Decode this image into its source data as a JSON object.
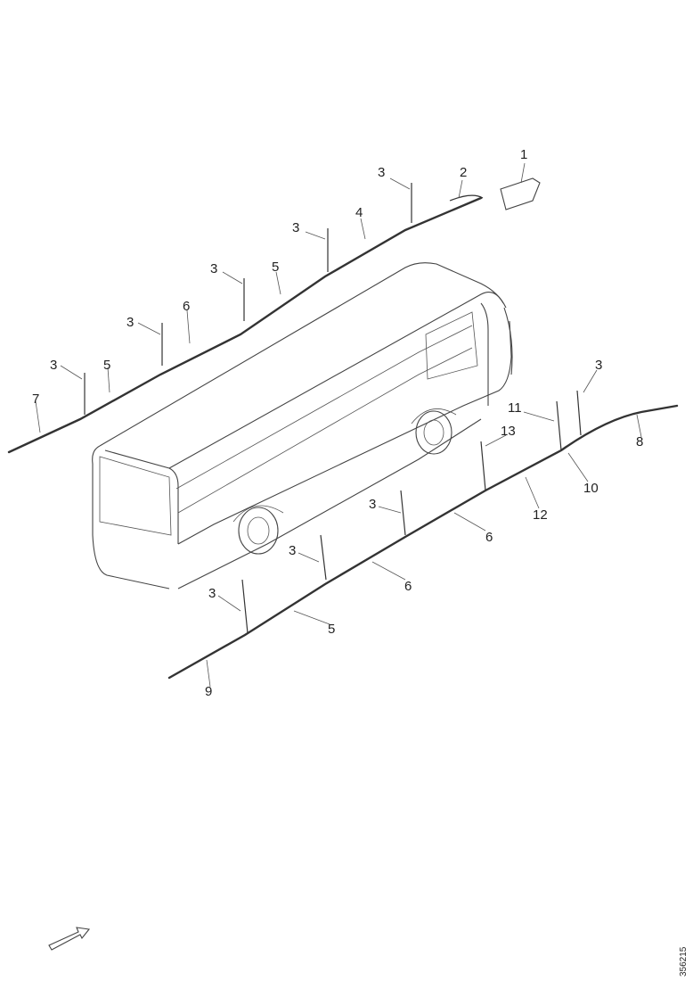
{
  "diagram": {
    "callouts": [
      {
        "id": "c1",
        "text": "1"
      },
      {
        "id": "c2",
        "text": "2"
      },
      {
        "id": "c3a",
        "text": "3"
      },
      {
        "id": "c3b",
        "text": "3"
      },
      {
        "id": "c3c",
        "text": "3"
      },
      {
        "id": "c3d",
        "text": "3"
      },
      {
        "id": "c3e",
        "text": "3"
      },
      {
        "id": "c4",
        "text": "4"
      },
      {
        "id": "c5a",
        "text": "5"
      },
      {
        "id": "c6a",
        "text": "6"
      },
      {
        "id": "c5b",
        "text": "5"
      },
      {
        "id": "c7",
        "text": "7"
      },
      {
        "id": "c3f",
        "text": "3"
      },
      {
        "id": "c11",
        "text": "11"
      },
      {
        "id": "c13",
        "text": "13"
      },
      {
        "id": "c8a",
        "text": "8"
      },
      {
        "id": "c10",
        "text": "10"
      },
      {
        "id": "c12",
        "text": "12"
      },
      {
        "id": "c3g",
        "text": "3"
      },
      {
        "id": "c6b",
        "text": "6"
      },
      {
        "id": "c3h",
        "text": "3"
      },
      {
        "id": "c6c",
        "text": "6"
      },
      {
        "id": "c3i",
        "text": "3"
      },
      {
        "id": "c5c",
        "text": "5"
      },
      {
        "id": "c9",
        "text": "9"
      }
    ],
    "document_number": "356215"
  }
}
